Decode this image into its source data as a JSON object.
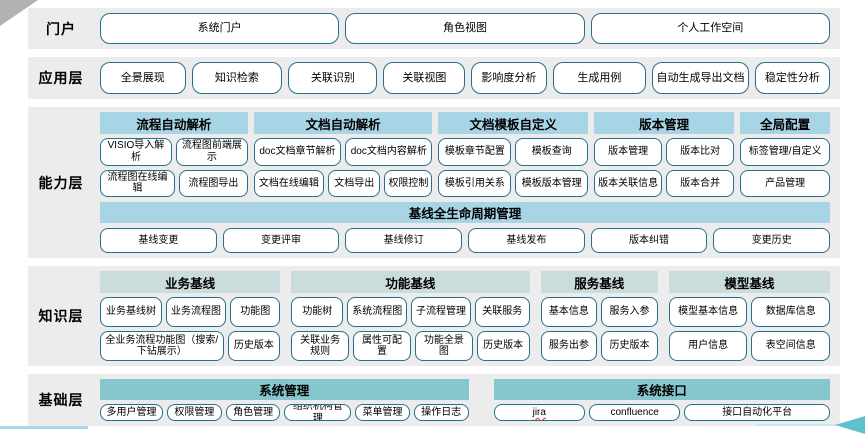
{
  "colors": {
    "band_bg": "#edecec",
    "header_blue": "#a7d5e6",
    "header_gray_teal": "#cbdcdc",
    "header_teal": "#86c7ce",
    "box_border": "#26708e",
    "accent_line": "#a8d8ea",
    "arrow": "#5fc0cd",
    "arrow_line": "#c9e8ee",
    "corner": "#b3b1b1"
  },
  "layers": [
    {
      "id": "portal",
      "label": "门户",
      "blocks": [
        {
          "type": "buttons",
          "size": "large",
          "items": [
            {
              "label": "系统门户"
            },
            {
              "label": "角色视图"
            },
            {
              "label": "个人工作空间"
            }
          ]
        }
      ]
    },
    {
      "id": "application",
      "label": "应用层",
      "blocks": [
        {
          "type": "buttons",
          "size": "large",
          "items": [
            {
              "label": "全景展现",
              "flex": 1.05
            },
            {
              "label": "知识检索",
              "flex": 1.12
            },
            {
              "label": "关联识别",
              "flex": 1.1
            },
            {
              "label": "关联视图",
              "flex": 1
            },
            {
              "label": "影响度分析",
              "flex": 0.91
            },
            {
              "label": "生成用例",
              "flex": 1.16
            },
            {
              "label": "自动生成导出文档",
              "flex": 1.2
            },
            {
              "label": "稳定性分析",
              "flex": 0.91
            }
          ]
        }
      ]
    },
    {
      "id": "capability",
      "label": "能力层",
      "blocks": [
        {
          "type": "groups",
          "header_color": "header_blue",
          "gap": 6,
          "items": [
            {
              "header": "流程自动解析",
              "flex": 153,
              "rows": [
                [
                  {
                    "label": "VISIO导入解析"
                  },
                  {
                    "label": "流程图前端展示"
                  }
                ],
                [
                  {
                    "label": "流程图在线编辑",
                    "flex": 1.1
                  },
                  {
                    "label": "流程图导出"
                  }
                ]
              ]
            },
            {
              "header": "文档自动解析",
              "flex": 185,
              "rows": [
                [
                  {
                    "label": "doc文档章节解析"
                  },
                  {
                    "label": "doc文档内容解析"
                  }
                ],
                [
                  {
                    "label": "文档在线编辑",
                    "flex": 1.4
                  },
                  {
                    "label": "文档导出"
                  },
                  {
                    "label": "权限控制",
                    "flex": 0.9
                  }
                ]
              ]
            },
            {
              "header": "文档模板自定义",
              "flex": 155,
              "rows": [
                [
                  {
                    "label": "模板章节配置"
                  },
                  {
                    "label": "模板查询"
                  }
                ],
                [
                  {
                    "label": "模板引用关系"
                  },
                  {
                    "label": "模板版本管理"
                  }
                ]
              ]
            },
            {
              "header": "版本管理",
              "flex": 145,
              "rows": [
                [
                  {
                    "label": "版本管理"
                  },
                  {
                    "label": "版本比对"
                  }
                ],
                [
                  {
                    "label": "版本关联信息"
                  },
                  {
                    "label": "版本合并"
                  }
                ]
              ]
            },
            {
              "header": "全局配置",
              "flex": 93,
              "rows": [
                [
                  {
                    "label": "标签管理/自定义"
                  }
                ],
                [
                  {
                    "label": "产品管理"
                  }
                ]
              ]
            }
          ]
        },
        {
          "type": "banner",
          "color": "header_blue",
          "text": "基线全生命周期管理"
        },
        {
          "type": "buttons",
          "size": "small",
          "bottom": true,
          "items": [
            {
              "label": "基线变更"
            },
            {
              "label": "变更评审"
            },
            {
              "label": "基线修订"
            },
            {
              "label": "基线发布"
            },
            {
              "label": "版本纠错"
            },
            {
              "label": "变更历史"
            }
          ]
        }
      ]
    },
    {
      "id": "knowledge",
      "label": "知识层",
      "blocks": [
        {
          "type": "groups",
          "header_color": "header_gray_teal",
          "gap": 11,
          "items": [
            {
              "header": "业务基线",
              "flex": 180,
              "rows": [
                [
                  {
                    "label": "业务基线树",
                    "flex": 1.28
                  },
                  {
                    "label": "业务流程图",
                    "flex": 1.24
                  },
                  {
                    "label": "功能图",
                    "flex": 1
                  }
                ],
                [
                  {
                    "label": "全业务流程功能图（搜索/下钻展示）",
                    "flex": 2.58
                  },
                  {
                    "label": "历史版本",
                    "flex": 1
                  }
                ]
              ]
            },
            {
              "header": "功能基线",
              "flex": 238,
              "rows": [
                [
                  {
                    "label": "功能树",
                    "flex": 0.85
                  },
                  {
                    "label": "系统流程图"
                  },
                  {
                    "label": "子流程管理"
                  },
                  {
                    "label": "关联服务",
                    "flex": 0.9
                  }
                ],
                [
                  {
                    "label": "关联业务规则"
                  },
                  {
                    "label": "属性可配置"
                  },
                  {
                    "label": "功能全景图"
                  },
                  {
                    "label": "历史版本",
                    "flex": 0.9
                  }
                ]
              ]
            },
            {
              "header": "服务基线",
              "flex": 117,
              "rows": [
                [
                  {
                    "label": "基本信息"
                  },
                  {
                    "label": "服务入参"
                  }
                ],
                [
                  {
                    "label": "服务出参"
                  },
                  {
                    "label": "历史版本"
                  }
                ]
              ]
            },
            {
              "header": "模型基线",
              "flex": 161,
              "rows": [
                [
                  {
                    "label": "模型基本信息"
                  },
                  {
                    "label": "数据库信息"
                  }
                ],
                [
                  {
                    "label": "用户信息"
                  },
                  {
                    "label": "表空间信息"
                  }
                ]
              ]
            }
          ]
        }
      ]
    },
    {
      "id": "foundation",
      "label": "基础层",
      "blocks": [
        {
          "type": "groups",
          "header_color": "header_teal",
          "gap": 25,
          "items": [
            {
              "header": "系统管理",
              "flex": 367,
              "rows": [
                [
                  {
                    "label": "多用户管理",
                    "flex": 1.18
                  },
                  {
                    "label": "权限管理"
                  },
                  {
                    "label": "角色管理"
                  },
                  {
                    "label": "组织机构管理",
                    "flex": 1.26
                  },
                  {
                    "label": "菜单管理"
                  },
                  {
                    "label": "操作日志"
                  }
                ]
              ]
            },
            {
              "header": "系统接口",
              "flex": 335,
              "rows": [
                [
                  {
                    "label": "jira",
                    "spell_error": true
                  },
                  {
                    "label": "confluence"
                  },
                  {
                    "label": "接口自动化平台",
                    "flex": 1.65
                  }
                ]
              ]
            }
          ]
        }
      ]
    }
  ],
  "decorations": {
    "corner_fold": "page-corner-fold",
    "accent_underline": "bottom-left-accent-line",
    "pointer_arrow": "teal-left-arrow"
  }
}
